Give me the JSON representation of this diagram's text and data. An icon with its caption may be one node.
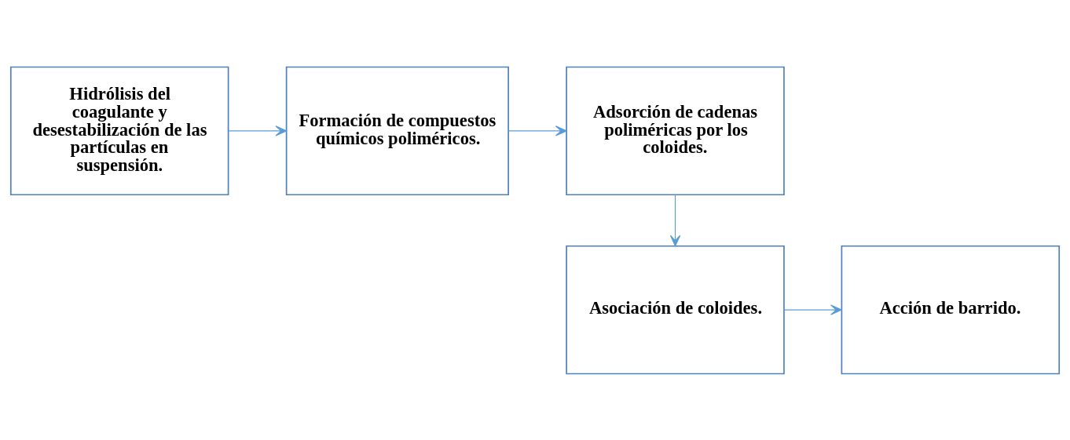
{
  "diagram": {
    "nodes": [
      {
        "text": [
          "Hidrólisis del coagulante y desestabilización de las partículas en suspensión."
        ]
      },
      {
        "text": [
          "Formación de compuestos químicos poliméricos."
        ]
      },
      {
        "text": [
          "Adsorción de cadenas poliméricas por los coloides."
        ]
      },
      {
        "text": [
          "Asociación de coloides."
        ]
      },
      {
        "text": [
          "Acción de barrido."
        ]
      }
    ],
    "edges": [
      {
        "from": 0,
        "to": 1,
        "arrow": "to"
      },
      {
        "from": 1,
        "to": 2,
        "arrow": "to"
      },
      {
        "from": 2,
        "to": 3,
        "arrow": "to"
      },
      {
        "from": 3,
        "to": 4,
        "arrow": "to"
      }
    ]
  }
}
